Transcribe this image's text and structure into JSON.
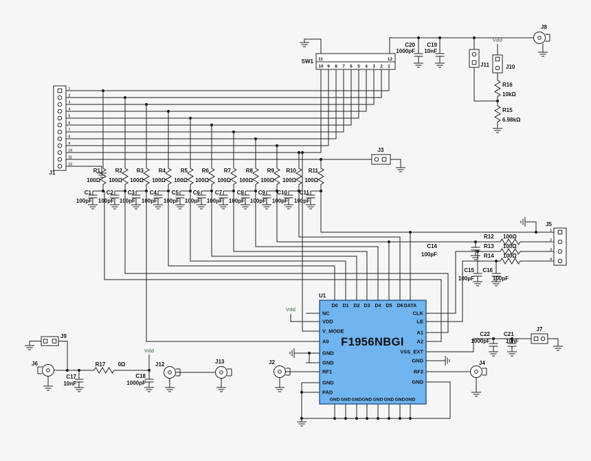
{
  "colors": {
    "background": "#f6f6f6",
    "wire": "#1f1f1f",
    "ic_fill": "#70b4f0",
    "ic_stroke": "#1b4e80",
    "net_label": "#6e8f6e"
  },
  "ic": {
    "ref": "U1",
    "part_number": "F1956NBGI",
    "top_pins": [
      "D0",
      "D1",
      "D2",
      "D3",
      "D4",
      "D5",
      "D6",
      "DATA"
    ],
    "left_pins": [
      "NC",
      "VDD",
      "V_MODE",
      "A0",
      "GND",
      "GND",
      "RF1",
      "GND",
      "PAD"
    ],
    "right_pins": [
      "CLK",
      "LE",
      "A1",
      "A2",
      "VSS_EXT",
      "GND",
      "RF2",
      "GND"
    ],
    "bottom_pins": [
      "GND",
      "GND",
      "GND",
      "GND",
      "GND",
      "GND",
      "GND",
      "GND"
    ]
  },
  "switch": {
    "ref": "SW1",
    "top_pins": [
      "11",
      "12"
    ],
    "bottom_pins": [
      "10",
      "9",
      "8",
      "7",
      "6",
      "5",
      "4",
      "3",
      "2",
      "1"
    ]
  },
  "rc_network": {
    "resistors": [
      {
        "ref": "R1",
        "value": "100Ω"
      },
      {
        "ref": "R2",
        "value": "100Ω"
      },
      {
        "ref": "R3",
        "value": "100Ω"
      },
      {
        "ref": "R4",
        "value": "100Ω"
      },
      {
        "ref": "R5",
        "value": "100Ω"
      },
      {
        "ref": "R6",
        "value": "100Ω"
      },
      {
        "ref": "R7",
        "value": "100Ω"
      },
      {
        "ref": "R8",
        "value": "100Ω"
      },
      {
        "ref": "R9",
        "value": "100Ω"
      },
      {
        "ref": "R10",
        "value": "100Ω"
      },
      {
        "ref": "R11",
        "value": "100Ω"
      }
    ],
    "capacitors": [
      {
        "ref": "C1",
        "value": "100pF"
      },
      {
        "ref": "C2",
        "value": "100pF"
      },
      {
        "ref": "C3",
        "value": "100pF"
      },
      {
        "ref": "C4",
        "value": "100pF"
      },
      {
        "ref": "C5",
        "value": "100pF"
      },
      {
        "ref": "C6",
        "value": "100pF"
      },
      {
        "ref": "C7",
        "value": "100pF"
      },
      {
        "ref": "C8",
        "value": "100pF"
      },
      {
        "ref": "C9",
        "value": "100pF"
      },
      {
        "ref": "C10",
        "value": "100pF"
      },
      {
        "ref": "C11",
        "value": "100pF"
      }
    ]
  },
  "net_labels": {
    "vdd": "Vdd"
  },
  "connectors": {
    "j1": {
      "ref": "J1",
      "pins": [
        "1",
        "2",
        "3",
        "4",
        "5",
        "6",
        "7",
        "8",
        "9",
        "10",
        "11",
        "12"
      ]
    },
    "j2": {
      "ref": "J2"
    },
    "j3": {
      "ref": "J3"
    },
    "j4": {
      "ref": "J4"
    },
    "j5": {
      "ref": "J5",
      "pins": [
        "1",
        "2",
        "3",
        "4"
      ]
    },
    "j6": {
      "ref": "J6"
    },
    "j7": {
      "ref": "J7"
    },
    "j8": {
      "ref": "J8"
    },
    "j9": {
      "ref": "J9"
    },
    "j10": {
      "ref": "J10"
    },
    "j11": {
      "ref": "J11"
    },
    "j12": {
      "ref": "J12"
    },
    "j13": {
      "ref": "J13"
    }
  },
  "components": {
    "c20": {
      "ref": "C20",
      "value": "1000pF"
    },
    "c19": {
      "ref": "C19",
      "value": "10nF"
    },
    "r16": {
      "ref": "R16",
      "value": "10kΩ"
    },
    "r15": {
      "ref": "R15",
      "value": "6.98kΩ"
    },
    "c14": {
      "ref": "C14",
      "value": "100pF"
    },
    "r12": {
      "ref": "R12",
      "value": "100Ω"
    },
    "r13": {
      "ref": "R13",
      "value": "100Ω"
    },
    "r14": {
      "ref": "R14",
      "value": "100Ω"
    },
    "c15": {
      "ref": "C15",
      "value": "100pF"
    },
    "c16": {
      "ref": "C16",
      "value": "100pF"
    },
    "c22": {
      "ref": "C22",
      "value": "1000pF"
    },
    "c21": {
      "ref": "C21",
      "value": "10nF"
    },
    "c17": {
      "ref": "C17",
      "value": "10nF"
    },
    "r17": {
      "ref": "R17",
      "value": "0Ω"
    },
    "c18": {
      "ref": "C18",
      "value": "1000pF"
    }
  }
}
